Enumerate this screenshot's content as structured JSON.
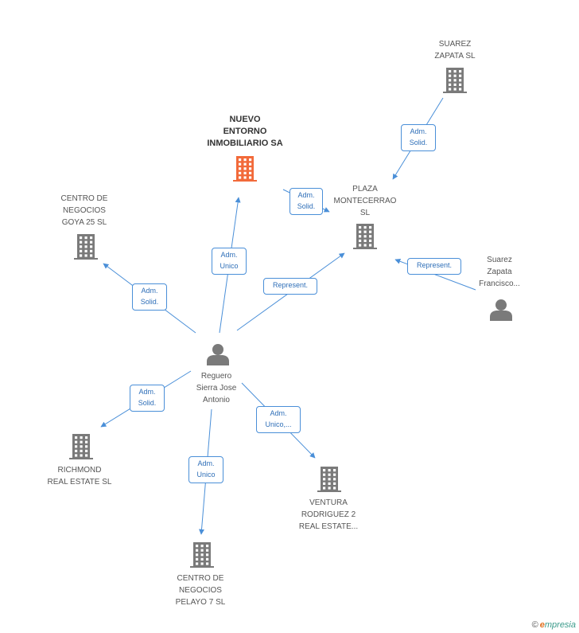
{
  "diagram": {
    "nodes": [
      {
        "id": "nuevo",
        "type": "company",
        "focus": true,
        "lines": [
          "NUEVO",
          "ENTORNO",
          "INMOBILIARIO SA"
        ]
      },
      {
        "id": "suarez_zapata_sl",
        "type": "company",
        "lines": [
          "SUAREZ",
          "ZAPATA SL"
        ]
      },
      {
        "id": "plaza",
        "type": "company",
        "lines": [
          "PLAZA",
          "MONTECERRAO",
          "SL"
        ]
      },
      {
        "id": "goya",
        "type": "company",
        "lines": [
          "CENTRO DE",
          "NEGOCIOS",
          "GOYA 25  SL"
        ]
      },
      {
        "id": "suarez_person",
        "type": "person",
        "lines": [
          "Suarez",
          "Zapata",
          "Francisco..."
        ]
      },
      {
        "id": "reguero",
        "type": "person",
        "lines": [
          "Reguero",
          "Sierra Jose",
          "Antonio"
        ]
      },
      {
        "id": "richmond",
        "type": "company",
        "lines": [
          "RICHMOND",
          "REAL ESTATE SL"
        ]
      },
      {
        "id": "ventura",
        "type": "company",
        "lines": [
          "VENTURA",
          "RODRIGUEZ 2",
          "REAL ESTATE..."
        ]
      },
      {
        "id": "pelayo",
        "type": "company",
        "lines": [
          "CENTRO DE",
          "NEGOCIOS",
          "PELAYO 7 SL"
        ]
      }
    ],
    "edges": [
      {
        "id": "e1",
        "from": "suarez_zapata_sl",
        "to": "plaza",
        "lines": [
          "Adm.",
          "Solid."
        ]
      },
      {
        "id": "e2",
        "from": "nuevo",
        "to": "plaza",
        "lines": [
          "Adm.",
          "Solid."
        ]
      },
      {
        "id": "e3",
        "from": "reguero",
        "to": "nuevo",
        "lines": [
          "Adm.",
          "Unico"
        ]
      },
      {
        "id": "e4",
        "from": "reguero",
        "to": "goya",
        "lines": [
          "Adm.",
          "Solid."
        ]
      },
      {
        "id": "e5",
        "from": "reguero",
        "to": "plaza",
        "lines": [
          "Represent."
        ]
      },
      {
        "id": "e6",
        "from": "suarez_person",
        "to": "plaza",
        "lines": [
          "Represent."
        ]
      },
      {
        "id": "e7",
        "from": "reguero",
        "to": "richmond",
        "lines": [
          "Adm.",
          "Solid."
        ]
      },
      {
        "id": "e8",
        "from": "reguero",
        "to": "ventura",
        "lines": [
          "Adm.",
          "Unico,..."
        ]
      },
      {
        "id": "e9",
        "from": "reguero",
        "to": "pelayo",
        "lines": [
          "Adm.",
          "Unico"
        ]
      }
    ],
    "colors": {
      "edge": "#4a8fd8",
      "company": "#7a7a7a",
      "focus": "#f26a3a",
      "person": "#7a7a7a"
    }
  },
  "brand": {
    "copyright": "©",
    "initial": "e",
    "name": "mpresia"
  }
}
